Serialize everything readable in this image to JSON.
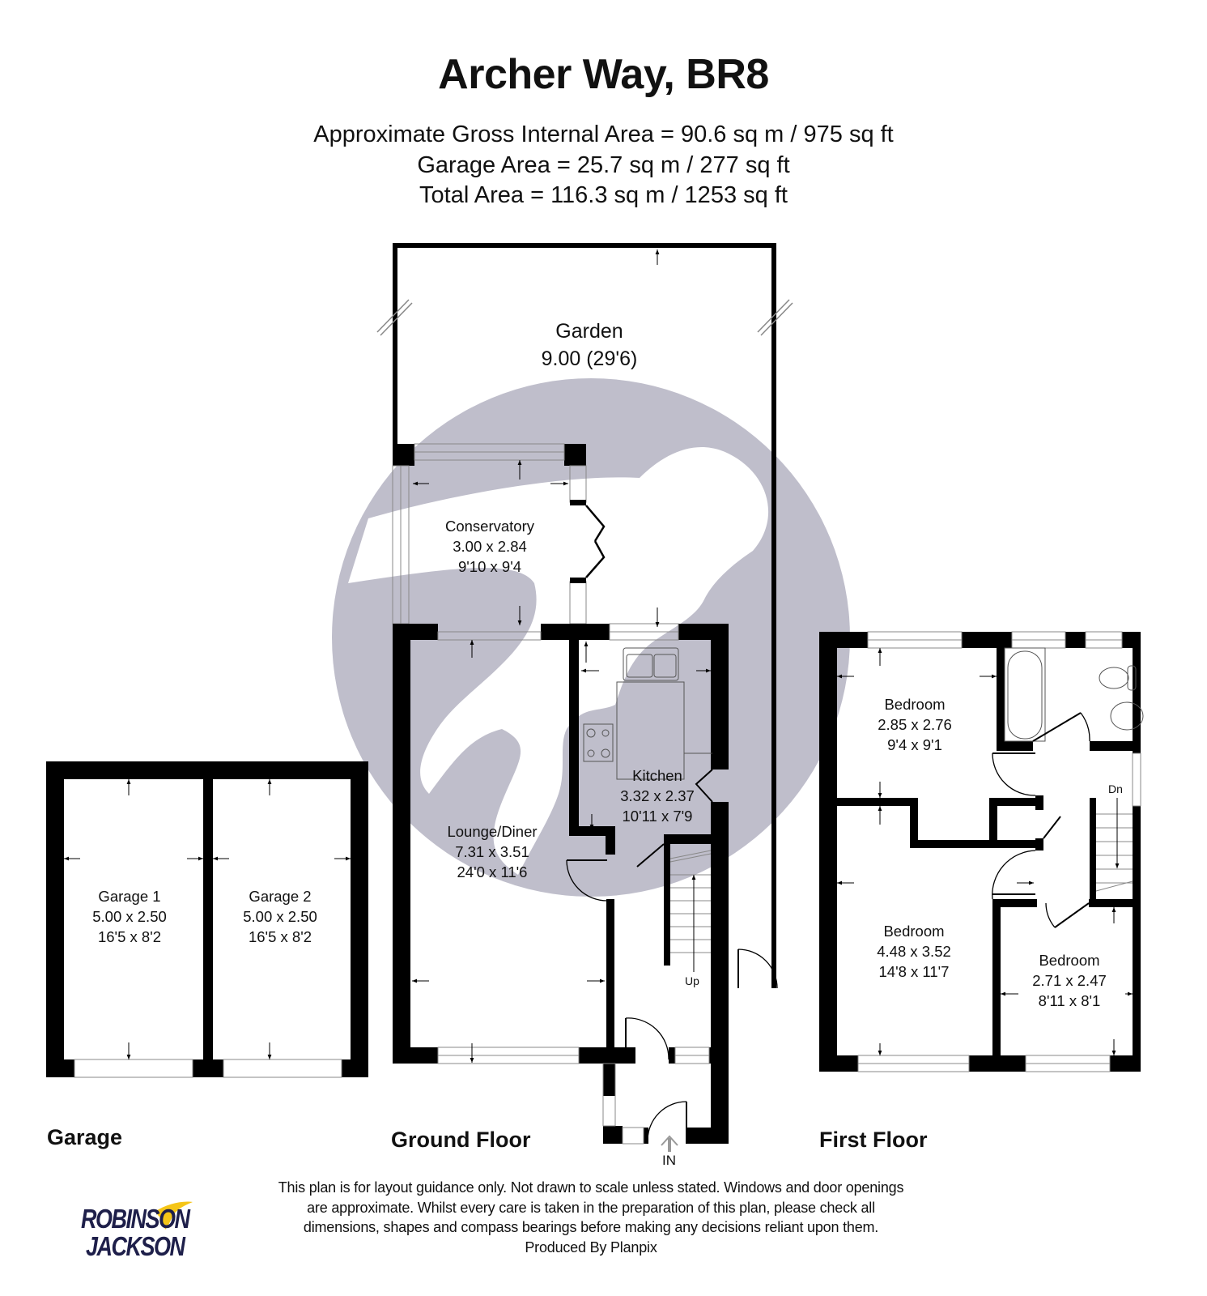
{
  "header": {
    "title": "Archer Way, BR8",
    "areas": [
      "Approximate Gross Internal Area = 90.6 sq m / 975 sq ft",
      "Garage Area = 25.7 sq m / 277 sq ft",
      "Total Area = 116.3 sq m / 1253 sq ft"
    ]
  },
  "floors": {
    "garage": "Garage",
    "ground": "Ground Floor",
    "first": "First Floor"
  },
  "rooms": {
    "garden": {
      "name": "Garden",
      "dim": "9.00 (29'6)"
    },
    "conservatory": {
      "name": "Conservatory",
      "metric": "3.00 x 2.84",
      "imperial": "9'10 x 9'4"
    },
    "kitchen": {
      "name": "Kitchen",
      "metric": "3.32 x 2.37",
      "imperial": "10'11 x 7'9"
    },
    "lounge": {
      "name": "Lounge/Diner",
      "metric": "7.31 x 3.51",
      "imperial": "24'0 x 11'6"
    },
    "garage1": {
      "name": "Garage 1",
      "metric": "5.00 x 2.50",
      "imperial": "16'5 x 8'2"
    },
    "garage2": {
      "name": "Garage 2",
      "metric": "5.00 x 2.50",
      "imperial": "16'5 x 8'2"
    },
    "bedroom1": {
      "name": "Bedroom",
      "metric": "2.85 x 2.76",
      "imperial": "9'4 x 9'1"
    },
    "bedroom2": {
      "name": "Bedroom",
      "metric": "4.48 x 3.52",
      "imperial": "14'8 x 11'7"
    },
    "bedroom3": {
      "name": "Bedroom",
      "metric": "2.71 x 2.47",
      "imperial": "8'11 x 8'1"
    }
  },
  "stairs": {
    "up": "Up",
    "down": "Dn"
  },
  "entrance": "IN",
  "disclaimer": [
    "This plan is for layout guidance only. Not drawn to scale unless stated. Windows and door openings",
    "are approximate. Whilst every care is taken in the preparation of this plan, please check all",
    "dimensions, shapes and compass bearings before making any decisions reliant upon them.",
    "Produced By Planpix"
  ],
  "logo": {
    "line1": "ROBINSON",
    "line2": "JACKSON"
  },
  "colors": {
    "wall": "#000000",
    "watermark": "#bfbecb",
    "logo_navy": "#1e1f4a",
    "logo_yellow": "#f5c518"
  }
}
